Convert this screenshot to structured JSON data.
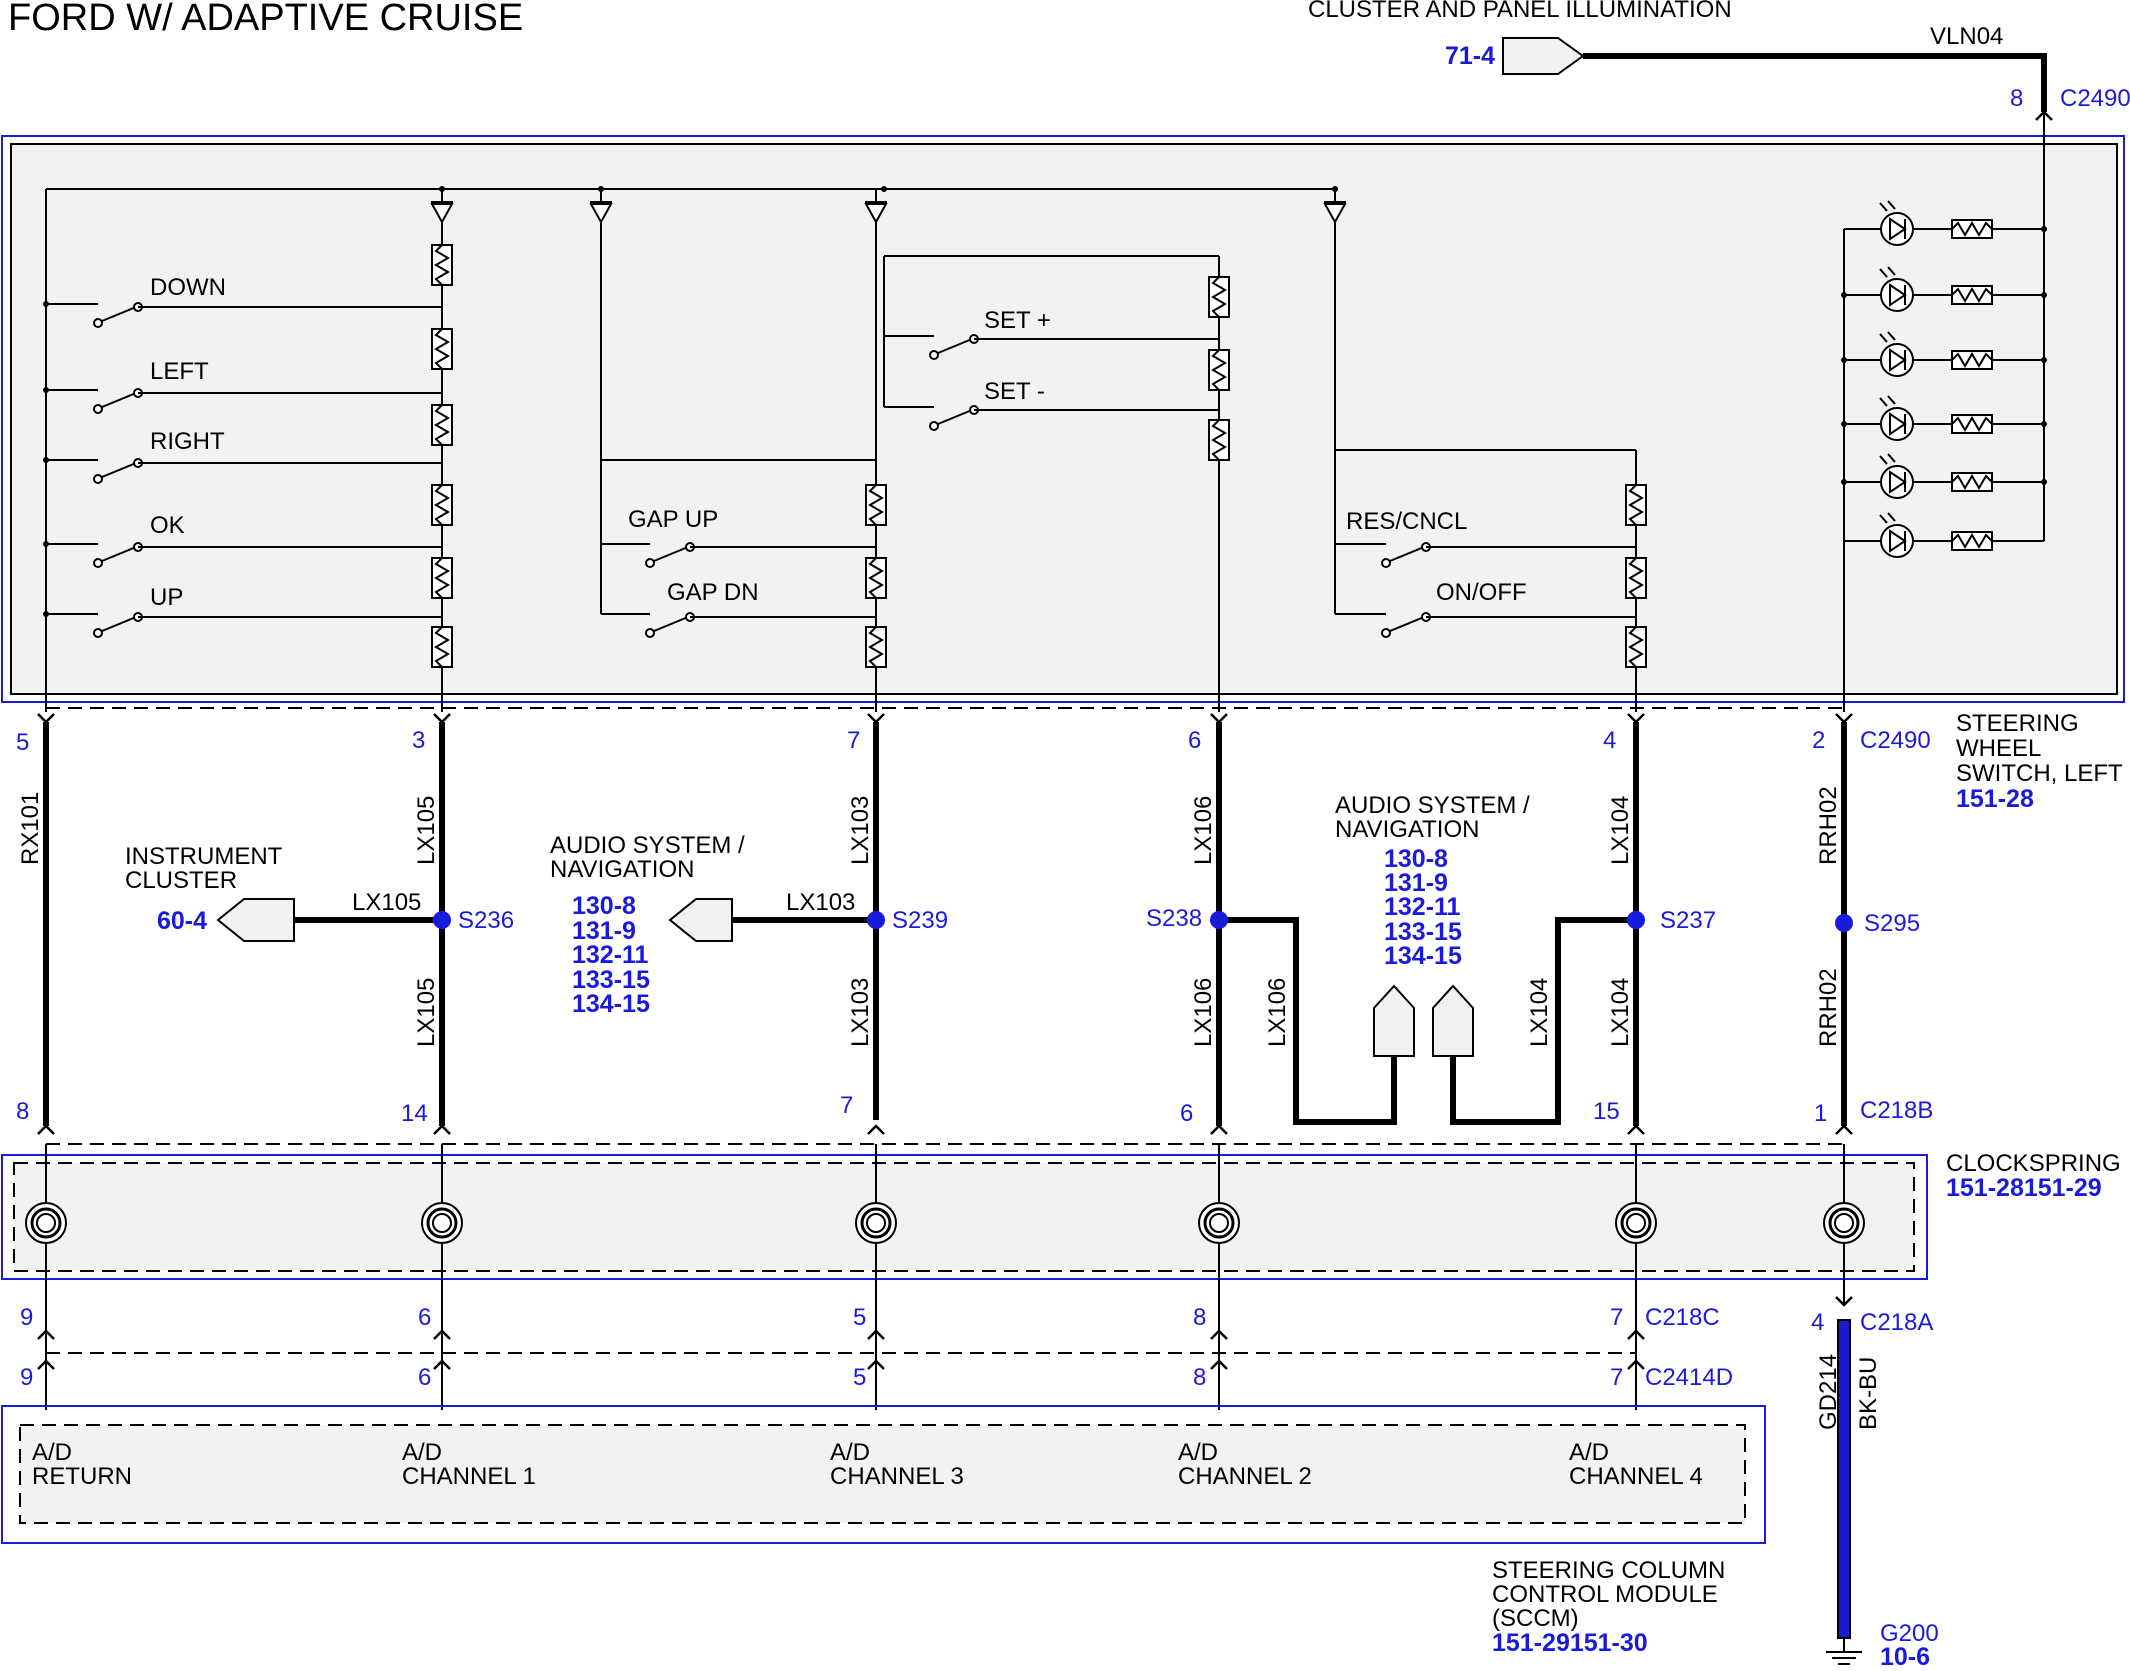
{
  "title": "FORD W/ ADAPTIVE CRUISE",
  "colors": {
    "link": "#1a1adc",
    "box_fill": "#f2f2f2",
    "box_stroke": "#1a1adc"
  },
  "top": {
    "illum_label": "CLUSTER AND PANEL ILLUMINATION",
    "illum_ref": "71-4",
    "wire": "VLN04",
    "pin": "8",
    "conn": "C2490"
  },
  "switches": {
    "down": "DOWN",
    "left": "LEFT",
    "right": "RIGHT",
    "ok": "OK",
    "up": "UP",
    "gap_up": "GAP UP",
    "gap_dn": "GAP DN",
    "set_plus": "SET +",
    "set_minus": "SET -",
    "res": "RES/CNCL",
    "onoff": "ON/OFF"
  },
  "swl": {
    "label1": "STEERING",
    "label2": "WHEEL",
    "label3": "SWITCH, LEFT",
    "ref": "151-28",
    "conn": "C2490"
  },
  "pins_top": [
    "5",
    "3",
    "7",
    "6",
    "4",
    "2"
  ],
  "pins_c218b": [
    "8",
    "14",
    "7",
    "6",
    "15",
    "1"
  ],
  "c218b": "C218B",
  "wires": {
    "rx101": "RX101",
    "lx105": "LX105",
    "lx103": "LX103",
    "lx106": "LX106",
    "lx104": "LX104",
    "rrh02": "RRH02"
  },
  "splices": {
    "s236": "S236",
    "s239": "S239",
    "s238": "S238",
    "s237": "S237",
    "s295": "S295"
  },
  "ic": {
    "line1": "INSTRUMENT",
    "line2": "CLUSTER",
    "ref": "60-4"
  },
  "audio1": {
    "line1": "AUDIO SYSTEM /",
    "line2": "NAVIGATION",
    "refs": [
      "130-8",
      "131-9",
      "132-11",
      "133-15",
      "134-15"
    ]
  },
  "audio2": {
    "line1": "AUDIO SYSTEM /",
    "line2": "NAVIGATION",
    "refs": [
      "130-8",
      "131-9",
      "132-11",
      "133-15",
      "134-15"
    ]
  },
  "clockspring": {
    "label": "CLOCKSPRING",
    "ref": "151-28151-29"
  },
  "pins_c218c": [
    "9",
    "6",
    "5",
    "8",
    "7"
  ],
  "c218c": "C218C",
  "pins_c2414d": [
    "9",
    "6",
    "5",
    "8",
    "7"
  ],
  "c2414d": "C2414D",
  "c218a": {
    "pin": "4",
    "conn": "C218A",
    "wire": "GD214",
    "color": "BK-BU"
  },
  "ground": {
    "name": "G200",
    "ref": "10-6"
  },
  "sccm": {
    "ch": [
      {
        "l1": "A/D",
        "l2": "RETURN"
      },
      {
        "l1": "A/D",
        "l2": "CHANNEL 1"
      },
      {
        "l1": "A/D",
        "l2": "CHANNEL 3"
      },
      {
        "l1": "A/D",
        "l2": "CHANNEL 2"
      },
      {
        "l1": "A/D",
        "l2": "CHANNEL 4"
      }
    ],
    "line1": "STEERING COLUMN",
    "line2": "CONTROL MODULE",
    "line3": "(SCCM)",
    "ref": "151-29151-30"
  }
}
